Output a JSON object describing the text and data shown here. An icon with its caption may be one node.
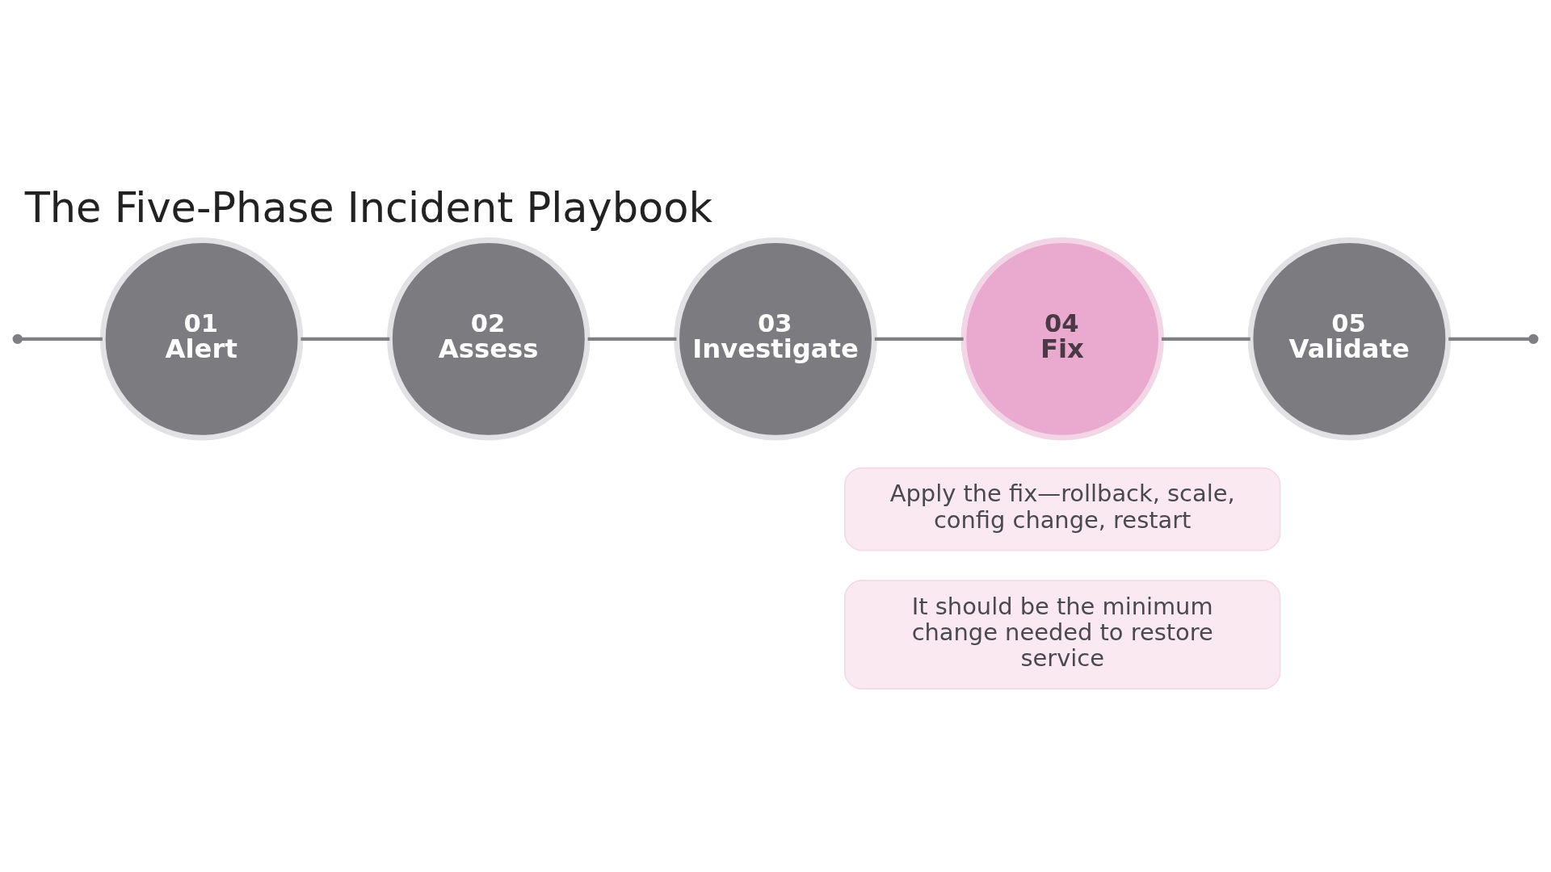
{
  "diagram": {
    "title": "The Five-Phase Incident Playbook",
    "nodes": [
      {
        "text": [
          "01",
          "Alert"
        ]
      },
      {
        "text": [
          "02",
          "Assess"
        ]
      },
      {
        "text": [
          "03",
          "Investigate"
        ]
      },
      {
        "text": [
          "04",
          "Fix"
        ]
      },
      {
        "text": [
          "05",
          "Validate"
        ]
      },
      {
        "text": [
          "Apply the fix—rollback, scale, config change, restart"
        ]
      },
      {
        "text": [
          "It should be the minimum change needed to restore service"
        ]
      }
    ],
    "edges": [
      {
        "from": null,
        "to": 0,
        "arrow": "other"
      },
      {
        "from": 0,
        "to": 1,
        "arrow": "none"
      },
      {
        "from": 1,
        "to": 2,
        "arrow": "none"
      },
      {
        "from": 2,
        "to": 3,
        "arrow": "none"
      },
      {
        "from": 3,
        "to": 4,
        "arrow": "none"
      },
      {
        "from": 4,
        "to": null,
        "arrow": "other"
      }
    ]
  }
}
